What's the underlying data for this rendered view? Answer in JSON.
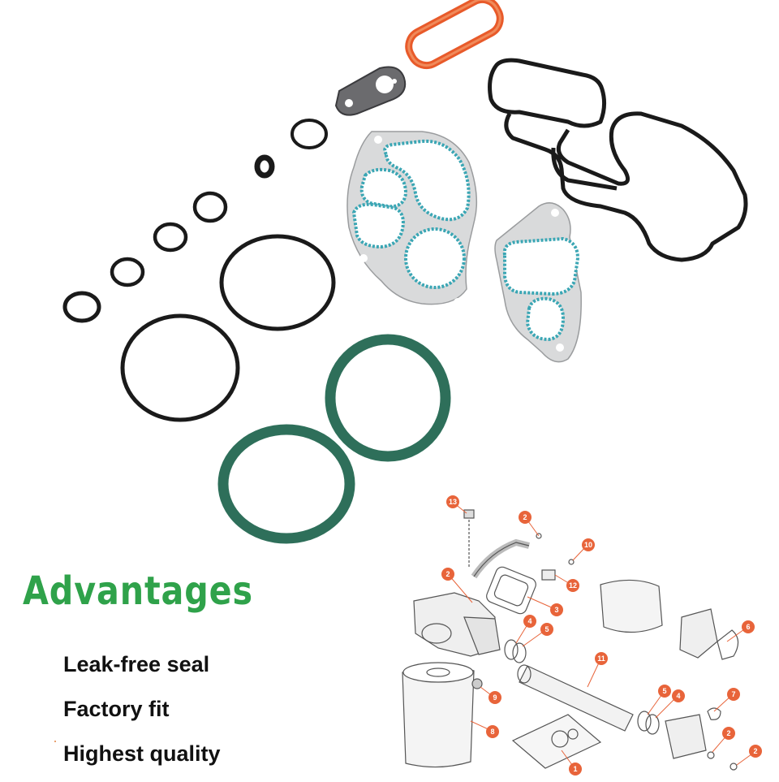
{
  "advantages": {
    "title": "Advantages",
    "items": [
      "Leak-free seal",
      "Factory fit",
      "Highest quality"
    ]
  },
  "diagram": {
    "callouts": [
      "13",
      "2",
      "10",
      "2",
      "12",
      "3",
      "4",
      "5",
      "6",
      "11",
      "9",
      "5",
      "4",
      "7",
      "8",
      "2",
      "2",
      "1"
    ]
  },
  "colors": {
    "title_green": "#2fa24a",
    "callout_orange": "#e8643a",
    "teal_seal": "#2e6f5a",
    "black_ring": "#1a1a1a",
    "orange_gasket": "#e85a2a",
    "gasket_grey": "#d9dadb",
    "blue_bead": "#3aa6b4"
  }
}
